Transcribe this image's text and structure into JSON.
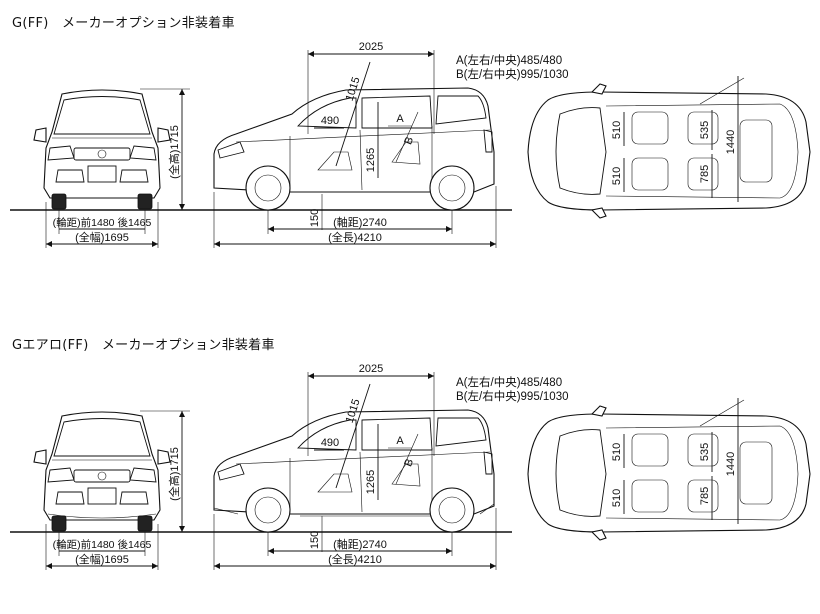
{
  "sections": [
    {
      "title": "G(FF)　メーカーオプション非装着車",
      "variant": "standard",
      "front": {
        "height_label": "(全高)1715",
        "tread_label": "(輪距)前1480 後1465",
        "width_label": "(全幅)1695"
      },
      "side": {
        "cabin_length": "2025",
        "diag_height": "1015",
        "headroom": "490",
        "interior_height": "1265",
        "ground_clearance": "150",
        "wheelbase_label": "(軸距)2740",
        "length_label": "(全長)4210",
        "marker_a": "A",
        "marker_b": "B"
      },
      "notes": {
        "a_line": "A(左右/中央)485/480",
        "b_line": "B(左/右中央)995/1030"
      },
      "top": {
        "dim_510_front": "510",
        "dim_510_rear": "510",
        "dim_535": "535",
        "dim_785": "785",
        "dim_1440": "1440"
      }
    },
    {
      "title": "Gエアロ(FF)　メーカーオプション非装着車",
      "variant": "aero",
      "front": {
        "height_label": "(全高)1715",
        "tread_label": "(輪距)前1480 後1465",
        "width_label": "(全幅)1695"
      },
      "side": {
        "cabin_length": "2025",
        "diag_height": "1015",
        "headroom": "490",
        "interior_height": "1265",
        "ground_clearance": "150",
        "wheelbase_label": "(軸距)2740",
        "length_label": "(全長)4210",
        "marker_a": "A",
        "marker_b": "B"
      },
      "notes": {
        "a_line": "A(左右/中央)485/480",
        "b_line": "B(左/右中央)995/1030"
      },
      "top": {
        "dim_510_front": "510",
        "dim_510_rear": "510",
        "dim_535": "535",
        "dim_785": "785",
        "dim_1440": "1440"
      }
    }
  ]
}
